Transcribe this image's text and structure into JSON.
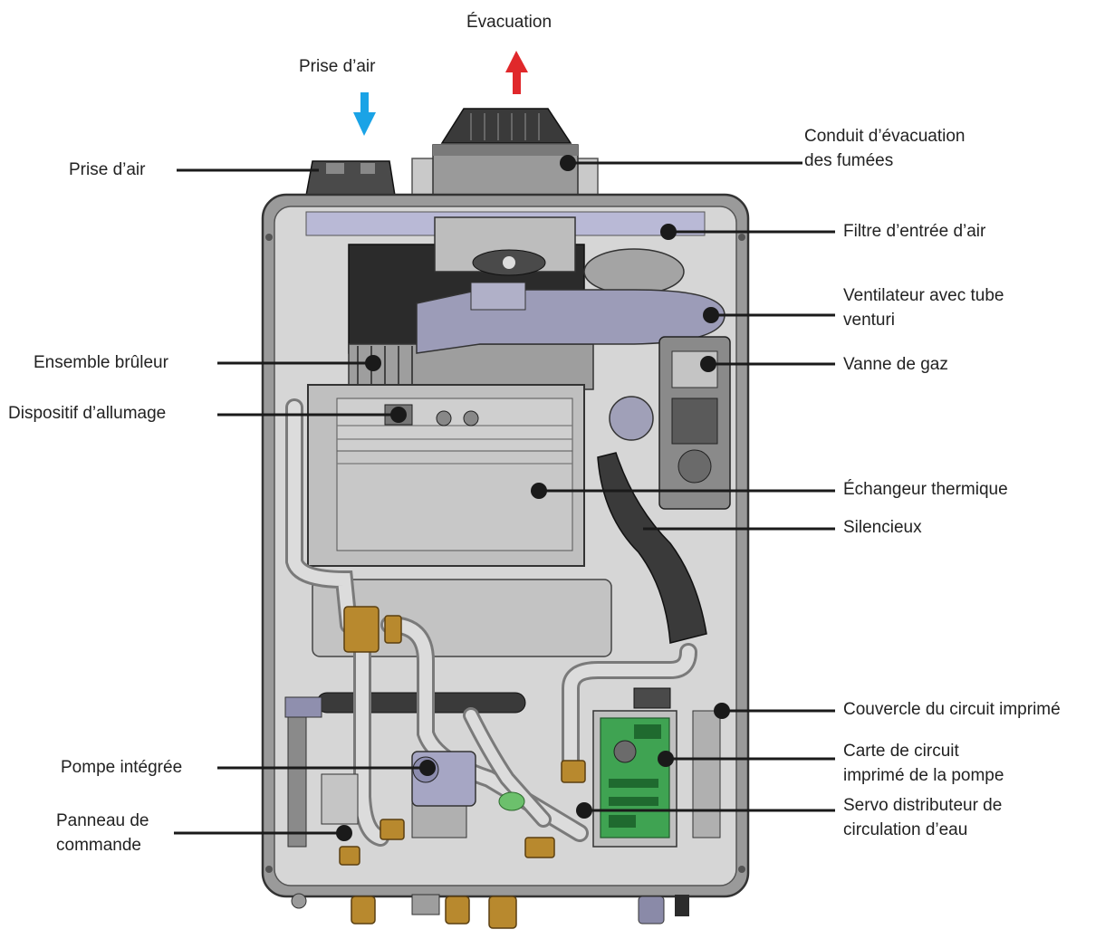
{
  "arrows": {
    "exhaust": {
      "label": "Évacuation",
      "color": "#e0282b"
    },
    "intake": {
      "label": "Prise d’air",
      "color": "#1aa3e6"
    }
  },
  "callouts": {
    "left": [
      {
        "id": "prise-air",
        "lines": [
          "Prise d’air"
        ]
      },
      {
        "id": "ensemble-bruleur",
        "lines": [
          "Ensemble brûleur"
        ]
      },
      {
        "id": "dispositif-allumage",
        "lines": [
          "Dispositif d’allumage"
        ]
      },
      {
        "id": "pompe-integree",
        "lines": [
          "Pompe intégrée"
        ]
      },
      {
        "id": "panneau-commande",
        "lines": [
          "Panneau de",
          "commande"
        ]
      }
    ],
    "right": [
      {
        "id": "conduit-evacuation",
        "lines": [
          "Conduit d’évacuation",
          "des fumées"
        ]
      },
      {
        "id": "filtre-entree-air",
        "lines": [
          "Filtre d’entrée d’air"
        ]
      },
      {
        "id": "ventilateur",
        "lines": [
          "Ventilateur avec tube",
          "venturi"
        ]
      },
      {
        "id": "vanne-gaz",
        "lines": [
          "Vanne de gaz"
        ]
      },
      {
        "id": "echangeur",
        "lines": [
          "Échangeur thermique"
        ]
      },
      {
        "id": "silencieux",
        "lines": [
          "Silencieux"
        ]
      },
      {
        "id": "couvercle-circuit",
        "lines": [
          "Couvercle du circuit imprimé"
        ]
      },
      {
        "id": "carte-circuit",
        "lines": [
          "Carte de circuit",
          "imprimé de la pompe"
        ]
      },
      {
        "id": "servo",
        "lines": [
          "Servo distributeur de",
          "circulation d’eau"
        ]
      }
    ]
  },
  "colors": {
    "leader": "#1a1a1a",
    "casing": "#8c8c8c",
    "panel": "#d4d4d4",
    "dark": "#2b2b2b",
    "pcb": "#3fa352",
    "brass": "#b8892e",
    "purple": "#a8a8c8"
  }
}
